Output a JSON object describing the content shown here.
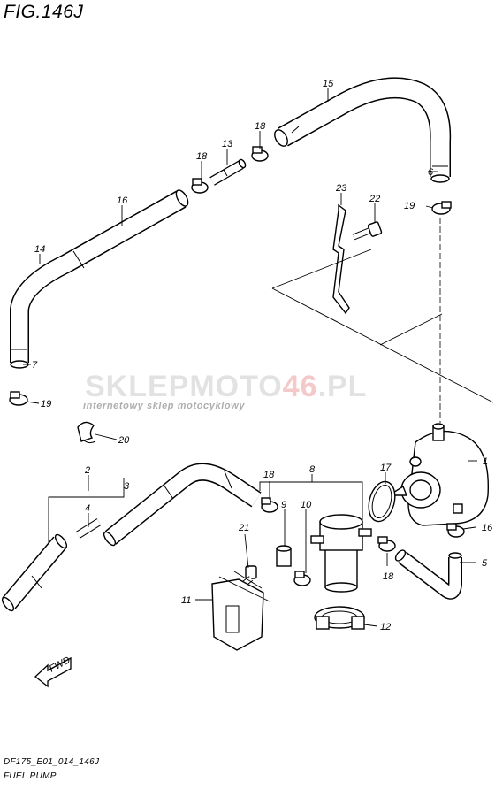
{
  "figure": {
    "title": "FIG.146J",
    "code": "DF175_E01_014_146J",
    "name": "FUEL PUMP"
  },
  "watermark": {
    "brand_prefix": "SKLEP",
    "brand_mid": "MOTO",
    "brand_num": "46",
    "brand_suffix": ".PL",
    "tagline": "internetowy sklep motocyklowy",
    "colors": {
      "gray": "#a8a8a8",
      "red": "#e05a5a"
    }
  },
  "fwd_label": "FWD",
  "callouts": {
    "c1": "1",
    "c2": "2",
    "c3": "3",
    "c4": "4",
    "c5": "5",
    "c6": "6",
    "c7": "7",
    "c8": "8",
    "c9": "9",
    "c10": "10",
    "c11": "11",
    "c12": "12",
    "c13": "13",
    "c14": "14",
    "c15": "15",
    "c16": "16",
    "c16b": "16",
    "c17": "17",
    "c18a": "18",
    "c18b": "18",
    "c18c": "18",
    "c18d": "18",
    "c19a": "19",
    "c19b": "19",
    "c20": "20",
    "c21": "21",
    "c22": "22",
    "c23": "23"
  }
}
